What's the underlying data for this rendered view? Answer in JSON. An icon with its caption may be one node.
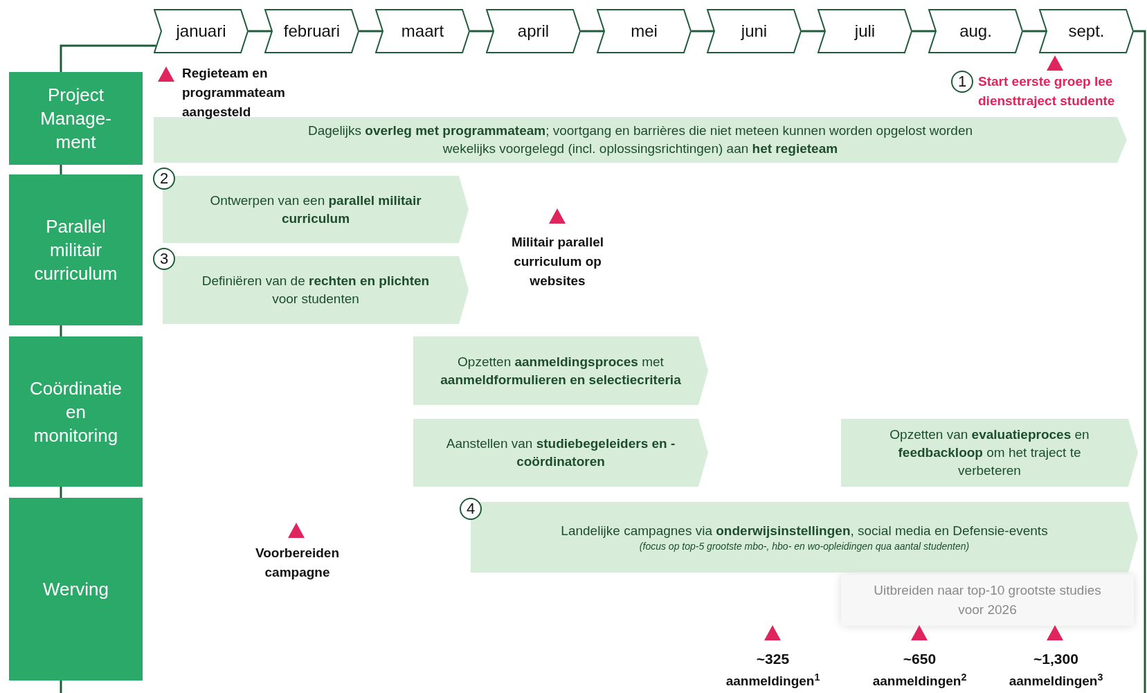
{
  "diagram": {
    "nodes": [
      {
        "text": [
          "januari"
        ]
      },
      {
        "text": [
          "februari"
        ]
      },
      {
        "text": [
          "maart"
        ]
      },
      {
        "text": [
          "april"
        ]
      },
      {
        "text": [
          "mei"
        ]
      },
      {
        "text": [
          "juni"
        ]
      },
      {
        "text": [
          "juli"
        ]
      },
      {
        "text": [
          "aug."
        ]
      },
      {
        "text": [
          "sept."
        ]
      },
      {
        "text": [
          "Project Manage- ment"
        ]
      },
      {
        "text": [
          "Parallel militair curriculum"
        ]
      },
      {
        "text": [
          "Coördinatie en monitoring"
        ]
      },
      {
        "text": [
          "Werving"
        ]
      },
      {
        "text": [
          "Dagelijks **overleg met programmateam**; voortgang en barrières die niet meteen kunnen worden opgelost worden wekelijks voorgelegd (incl. oplossingsrichtingen) aan **het regieteam**"
        ]
      },
      {
        "text": [
          "Ontwerpen van een **parallel militair curriculum**"
        ]
      },
      {
        "text": [
          "Definiëren van de **rechten en plichten** voor studenten"
        ]
      },
      {
        "text": [
          "Opzetten **aanmeldingsproces** met **aanmeldformulieren en selectiecriteria**"
        ]
      },
      {
        "text": [
          "Aanstellen van **studiebegeleiders en -coördinatoren**"
        ]
      },
      {
        "text": [
          "Opzetten van **evaluatieproces** en **feedbackloop** om het traject te verbeteren"
        ]
      },
      {
        "text": [
          "Landelijke campagnes via **onderwijsinstellingen**, social media en Defensie-events",
          "(focus op top-5 grootste mbo-, hbo- en wo-opleidingen qua aantal studenten)"
        ]
      },
      {
        "text": [
          "Uitbreiden naar top-10 grootste studies voor 2026"
        ]
      }
    ],
    "edges": [
      {
        "from": 0,
        "to": 1,
        "arrow": "none"
      },
      {
        "from": 1,
        "to": 2,
        "arrow": "none"
      },
      {
        "from": 2,
        "to": 3,
        "arrow": "none"
      },
      {
        "from": 3,
        "to": 4,
        "arrow": "none"
      },
      {
        "from": 4,
        "to": 5,
        "arrow": "none"
      },
      {
        "from": 5,
        "to": 6,
        "arrow": "none"
      },
      {
        "from": 6,
        "to": 7,
        "arrow": "none"
      },
      {
        "from": 7,
        "to": 8,
        "arrow": "none"
      },
      {
        "from": 9,
        "to": 0,
        "arrow": "none"
      },
      {
        "from": 9,
        "to": 10,
        "arrow": "none"
      },
      {
        "from": 10,
        "to": 11,
        "arrow": "none"
      },
      {
        "from": 11,
        "to": 12,
        "arrow": "none"
      }
    ],
    "labels": [
      "Regieteam en programmateam aangesteld",
      "1",
      "Start eerste groep lee diensttraject studente",
      "2",
      "3",
      "Militair parallel curriculum op websites",
      "4",
      "Voorbereiden campagne",
      "~325",
      "aanmeldingen$^{1}$",
      "~650",
      "aanmeldingen$^{2}$",
      "~1,300",
      "aanmeldingen$^{3}$"
    ]
  }
}
